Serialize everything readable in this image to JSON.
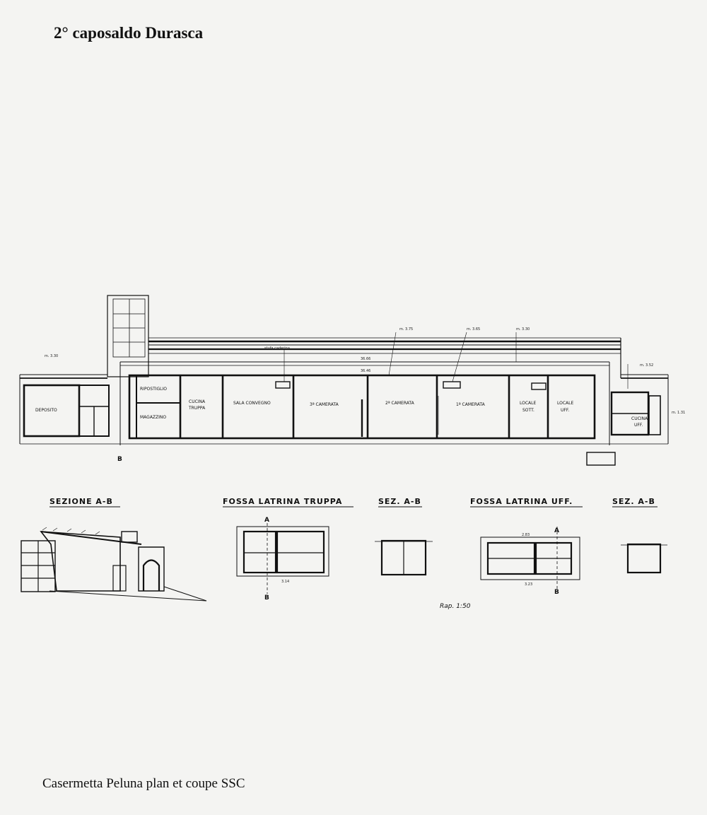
{
  "title": "2° caposaldo Durasca",
  "caption": "Casermetta Peluna  plan et coupe SSC",
  "plan": {
    "rooms": {
      "deposito": "DEPOSITO",
      "ripostiglio": "RIPOSTIGLIO",
      "magazzino": "MAGAZZINO",
      "cucina_truppa_1": "CUCINA",
      "cucina_truppa_2": "TRUPPA",
      "sala_convegno": "SALA CONVEGNO",
      "camerata_3": "3ª CAMERATA",
      "camerata_2": "2ª CAMERATA",
      "camerata_1": "1ª CAMERATA",
      "locale_sott_1": "LOCALE",
      "locale_sott_2": "SOTT.",
      "locale_uff_1": "LOCALE",
      "locale_uff_2": "UFF.",
      "cucina_uff_1": "CUCINA",
      "cucina_uff_2": "UFF."
    },
    "dims": {
      "overall_top": "36.66",
      "overall_inner": "36.46",
      "m1": "m. 3.75",
      "m2": "m. 3.65",
      "m3": "m. 3.30",
      "m4": "m. 3.30",
      "m5": "m. 3.52",
      "m6": "m. 1.31",
      "stufa": "stufa caderina",
      "b": "B"
    }
  },
  "sections": {
    "sezione_ab": "SEZIONE A-B",
    "fossa_truppa": "FOSSA LATRINA TRUPPA",
    "sez_ab_1": "SEZ. A-B",
    "fossa_uff": "FOSSA LATRINA UFF.",
    "sez_ab_2": "SEZ. A-B",
    "a": "A",
    "b": "B",
    "truppa_width": "3.14",
    "uff_width": "3.23",
    "uff_top": "2.83"
  },
  "scale_note": "Rap. 1:50"
}
